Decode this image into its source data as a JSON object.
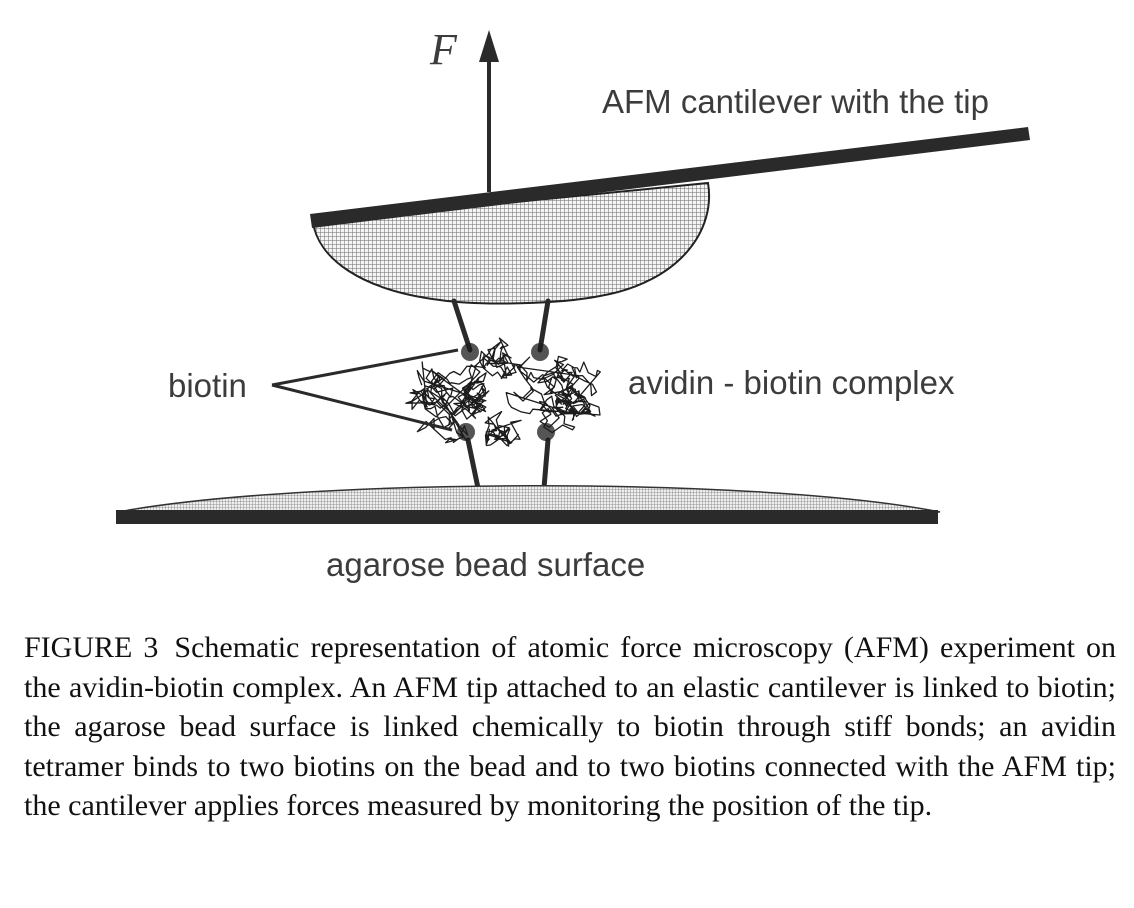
{
  "figure": {
    "labels": {
      "force": "F",
      "cantilever": "AFM cantilever with the tip",
      "biotin": "biotin",
      "complex": "avidin - biotin complex",
      "bead_surface": "agarose bead surface"
    }
  },
  "caption": {
    "figure_number": "FIGURE 3",
    "text": "Schematic representation of atomic force microscopy (AFM) experiment on the avidin-biotin complex. An AFM tip attached to an elastic cantilever is linked to biotin; the agarose bead surface is linked chemically to biotin through stiff bonds; an avidin tetramer binds to two biotins on the bead and to two biotins connected with the AFM tip; the cantilever applies forces measured by monitoring the position of the tip."
  },
  "colors": {
    "ink": "#222222",
    "label_gray": "#3c3c3c",
    "hatch": "#555555"
  }
}
